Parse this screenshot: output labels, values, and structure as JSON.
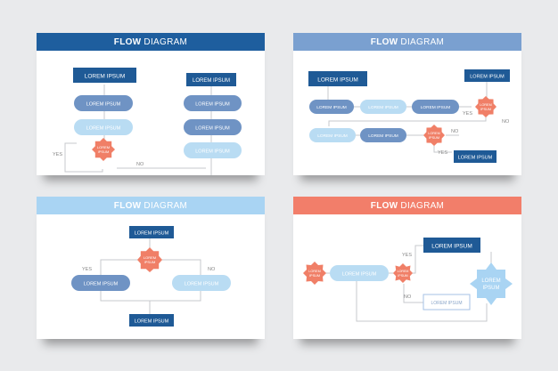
{
  "colors": {
    "background": "#e9eaec",
    "navy": "#1f5a96",
    "slate": "#6f93c4",
    "periwinkle": "#a6c1e6",
    "sky": "#b9dcf3",
    "coral": "#f07f67",
    "line": "#c7c9cc",
    "head_1": "#1e5e9e",
    "head_2": "#7aa0d0",
    "head_3": "#a9d4f3",
    "head_4": "#f27e6a"
  },
  "cards": [
    {
      "heading_bold": "FLOW",
      "heading_rest": "DIAGRAM",
      "boxes": [
        "LOREM IPSUM",
        "LOREM IPSUM"
      ],
      "pills": [
        "LOREM IPSUM",
        "LOREM IPSUM",
        "LOREM IPSUM",
        "LOREM IPSUM",
        "LOREM IPSUM"
      ],
      "star": [
        "LOREM",
        "IPSUM"
      ],
      "yes": "YES",
      "no": "NO"
    },
    {
      "heading_bold": "FLOW",
      "heading_rest": "DIAGRAM",
      "boxes": [
        "LOREM IPSUM",
        "LOREM IPSUM",
        "LOREM IPSUM"
      ],
      "pills": [
        "LOREM IPSUM",
        "LOREM IPSUM",
        "LOREM IPSUM",
        "LOREM IPSUM",
        "LOREM IPSUM"
      ],
      "stars": [
        [
          "LOREM",
          "IPSUM"
        ],
        [
          "LOREM",
          "IPSUM"
        ]
      ],
      "yes_1": "YES",
      "no_1": "NO",
      "yes_2": "YES",
      "no_2": "NO"
    },
    {
      "heading_bold": "FLOW",
      "heading_rest": "DIAGRAM",
      "boxes": [
        "LOREM IPSUM",
        "LOREM IPSUM"
      ],
      "pills": [
        "LOREM IPSUM",
        "LOREM IPSUM"
      ],
      "star": [
        "LOREM",
        "IPSUM"
      ],
      "yes": "YES",
      "no": "NO"
    },
    {
      "heading_bold": "FLOW",
      "heading_rest": "DIAGRAM",
      "boxes": [
        "LOREM IPSUM",
        "LOREM IPSUM"
      ],
      "pills": [
        "LOREM IPSUM"
      ],
      "stars": [
        [
          "LOREM",
          "IPSUM"
        ],
        [
          "LOREM",
          "IPSUM"
        ]
      ],
      "big_star": [
        "LOREM",
        "IPSUM"
      ],
      "yes": "YES",
      "no": "NO"
    }
  ]
}
